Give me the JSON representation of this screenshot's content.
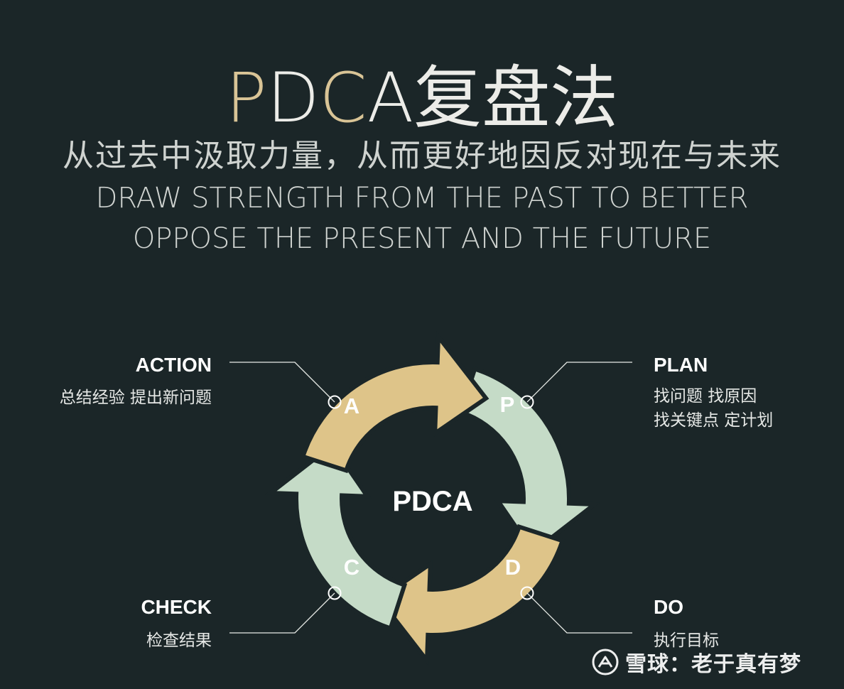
{
  "title": {
    "parts": [
      "P",
      "D",
      "C",
      "A复盘法"
    ]
  },
  "subtitle": {
    "cn": "从过去中汲取力量，从而更好地因反对现在与未来",
    "en_line1": "DRAW STRENGTH FROM THE PAST TO BETTER",
    "en_line2": "OPPOSE THE PRESENT AND THE FUTURE"
  },
  "diagram": {
    "center_label": "PDCA",
    "stages": {
      "plan": {
        "letter": "P",
        "title": "PLAN",
        "desc_lines": [
          "找问题 找原因",
          "找关键点 定计划"
        ],
        "color": "#c5dbc7"
      },
      "do": {
        "letter": "D",
        "title": "DO",
        "desc_lines": [
          "执行目标"
        ],
        "color": "#dec489"
      },
      "check": {
        "letter": "C",
        "title": "CHECK",
        "desc_lines": [
          "检查结果"
        ],
        "color": "#c5dbc7"
      },
      "action": {
        "letter": "A",
        "title": "ACTION",
        "desc_lines": [
          "总结经验 提出新问题"
        ],
        "color": "#dec489"
      }
    }
  },
  "watermark": {
    "text": "雪球：老于真有梦"
  },
  "colors": {
    "background": "#1b2628",
    "gold": "#dec489",
    "mint": "#c5dbc7",
    "title_gold": "#d9c496",
    "connector": "#e8ebe7"
  }
}
